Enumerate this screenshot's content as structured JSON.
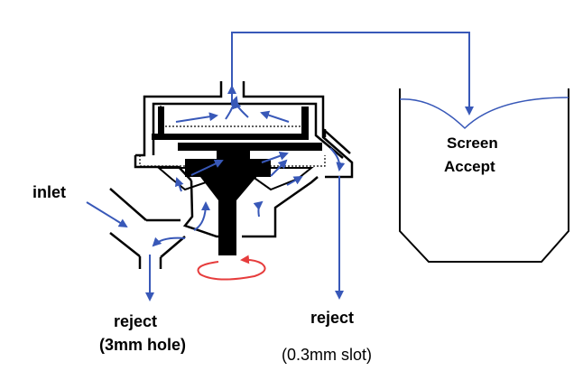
{
  "labels": {
    "inlet": "inlet",
    "reject_left_1": "reject",
    "reject_left_2": "(3mm hole)",
    "reject_right_1": "reject",
    "reject_right_2": "(0.3mm slot)",
    "tank_1": "Screen",
    "tank_2": "Accept"
  },
  "colors": {
    "flow": "#3858b8",
    "rotation": "#e63c3c",
    "outline": "#000000"
  }
}
